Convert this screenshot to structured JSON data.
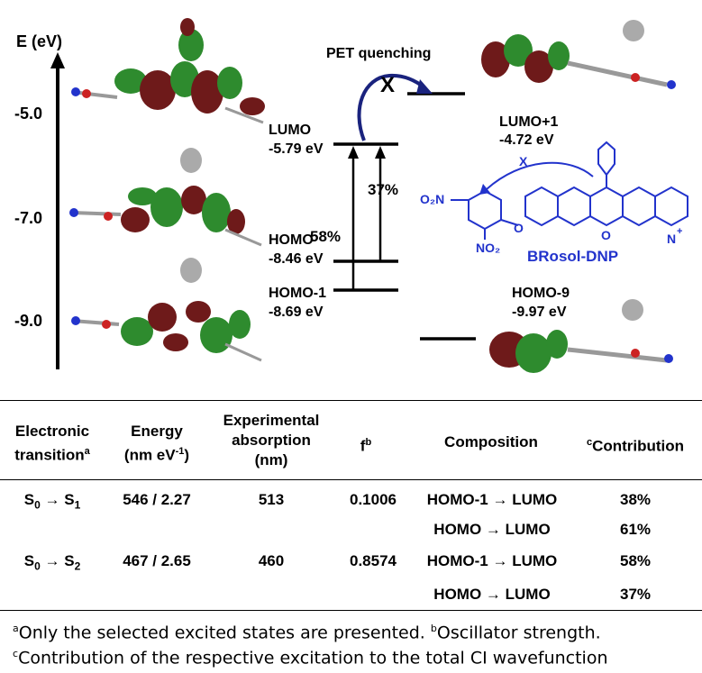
{
  "diagram": {
    "energy_axis_label": "E (eV)",
    "ticks": [
      "-5.0",
      "-7.0",
      "-9.0"
    ],
    "levels": [
      {
        "name": "LUMO",
        "energy": "-5.79 eV"
      },
      {
        "name": "HOMO",
        "energy": "-8.46 eV"
      },
      {
        "name": "HOMO-1",
        "energy": "-8.69 eV"
      },
      {
        "name": "LUMO+1",
        "energy": "-4.72 eV"
      },
      {
        "name": "HOMO-9",
        "energy": "-9.97 eV"
      }
    ],
    "pet_label": "PET quenching",
    "cross_mark": "X",
    "transition_percent_left": "58%",
    "transition_percent_right": "37%",
    "compound_name": "BRosol-DNP",
    "structure_labels": {
      "no2_top": "O₂N",
      "no2_bottom": "NO₂",
      "ether_o": "O",
      "ring_o": "O",
      "n_plus": "N",
      "plus": "+"
    },
    "colors": {
      "arrow": "#1a237e",
      "structure": "#2233cc",
      "lobe_green": "#2e8b2e",
      "lobe_red": "#6e1a1a"
    }
  },
  "table": {
    "headers": {
      "transition": [
        "Electronic",
        "transition"
      ],
      "transition_sup": "a",
      "energy": [
        "Energy",
        "(nm eV"
      ],
      "energy_sup": "-1",
      "energy_tail": ")",
      "absorption": [
        "Experimental",
        "absorption",
        "(nm)"
      ],
      "f": "f",
      "f_sup": "b",
      "composition": "Composition",
      "contribution_sup": "c",
      "contribution": "Contribution"
    },
    "rows": [
      {
        "transition": "S",
        "from_sub": "0",
        "arrow": " → ",
        "to": "S",
        "to_sub": "1",
        "energy": "546 / 2.27",
        "absorption": "513",
        "f": "0.1006",
        "composition": "HOMO-1 → LUMO",
        "contribution": "38%"
      },
      {
        "transition": "",
        "energy": "",
        "absorption": "",
        "f": "",
        "composition": "HOMO → LUMO",
        "contribution": "61%"
      },
      {
        "transition": "S",
        "from_sub": "0",
        "arrow": " → ",
        "to": "S",
        "to_sub": "2",
        "energy": "467 / 2.65",
        "absorption": "460",
        "f": "0.8574",
        "composition": "HOMO-1 → LUMO",
        "contribution": "58%"
      },
      {
        "transition": "",
        "energy": "",
        "absorption": "",
        "f": "",
        "composition": "HOMO → LUMO",
        "contribution": "37%"
      }
    ]
  },
  "footnotes": {
    "a_mark": "a",
    "a_text": "Only the selected excited states are presented. ",
    "b_mark": "b",
    "b_text": "Oscillator strength.",
    "c_mark": "c",
    "c_text": "Contribution of the respective excitation to the total CI wavefunction"
  }
}
